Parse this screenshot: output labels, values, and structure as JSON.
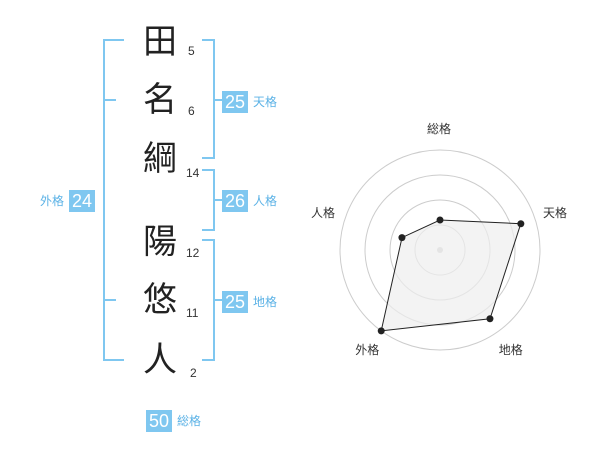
{
  "name": {
    "chars": [
      {
        "char": "田",
        "strokes": "5"
      },
      {
        "char": "名",
        "strokes": "6"
      },
      {
        "char": "綱",
        "strokes": "14"
      },
      {
        "char": "陽",
        "strokes": "12"
      },
      {
        "char": "悠",
        "strokes": "11"
      },
      {
        "char": "人",
        "strokes": "2"
      }
    ]
  },
  "fortunes": {
    "tenkaku": {
      "value": "25",
      "label": "天格"
    },
    "jinkaku": {
      "value": "26",
      "label": "人格"
    },
    "chikaku": {
      "value": "25",
      "label": "地格"
    },
    "gaikaku": {
      "value": "24",
      "label": "外格"
    },
    "soukaku": {
      "value": "50",
      "label": "総格"
    }
  },
  "chart_data": {
    "type": "radar",
    "axes": [
      "総格",
      "天格",
      "地格",
      "外格",
      "人格"
    ],
    "values": [
      0.3,
      0.85,
      0.85,
      1.0,
      0.4
    ],
    "range": [
      0,
      1
    ],
    "rings": 4,
    "colors": {
      "fill": "#eeeeee",
      "stroke": "#222222",
      "ring": "#cccccc",
      "center": "#cccccc"
    }
  },
  "colors": {
    "bracket": "#7fc7f0",
    "badge": "#7fc7f0"
  }
}
